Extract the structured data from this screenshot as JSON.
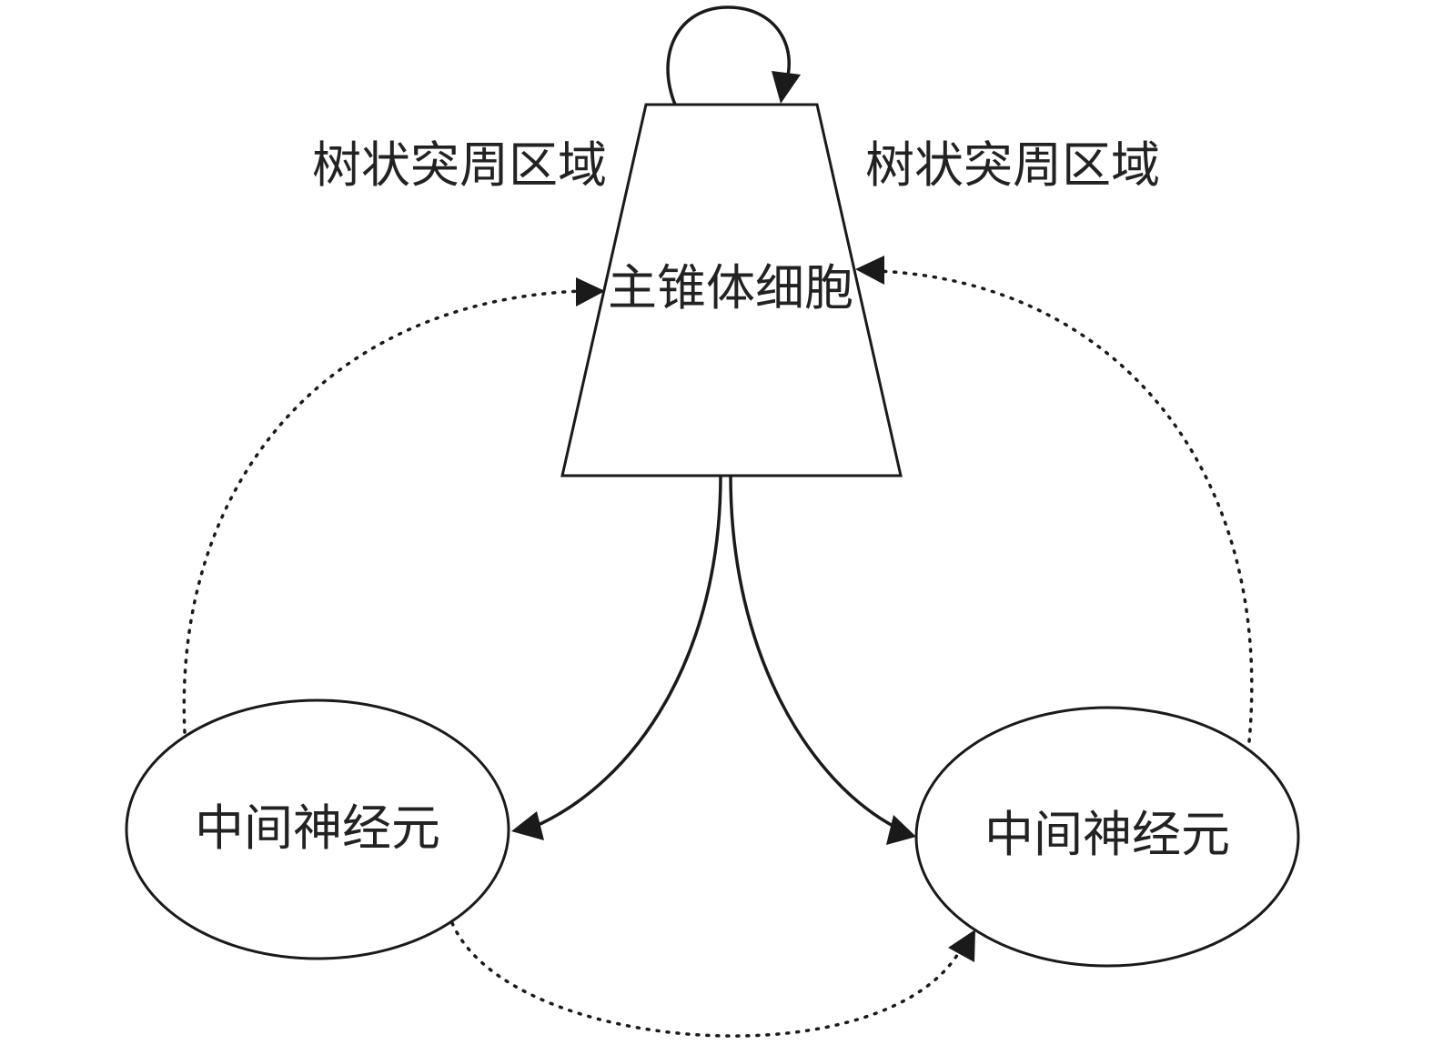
{
  "diagram": {
    "pyramidal_cell": "主锥体细胞",
    "dendrite_region_left": "树状突周区域",
    "dendrite_region_right": "树状突周区域",
    "interneuron_left": "中间神经元",
    "interneuron_right": "中间神经元"
  }
}
